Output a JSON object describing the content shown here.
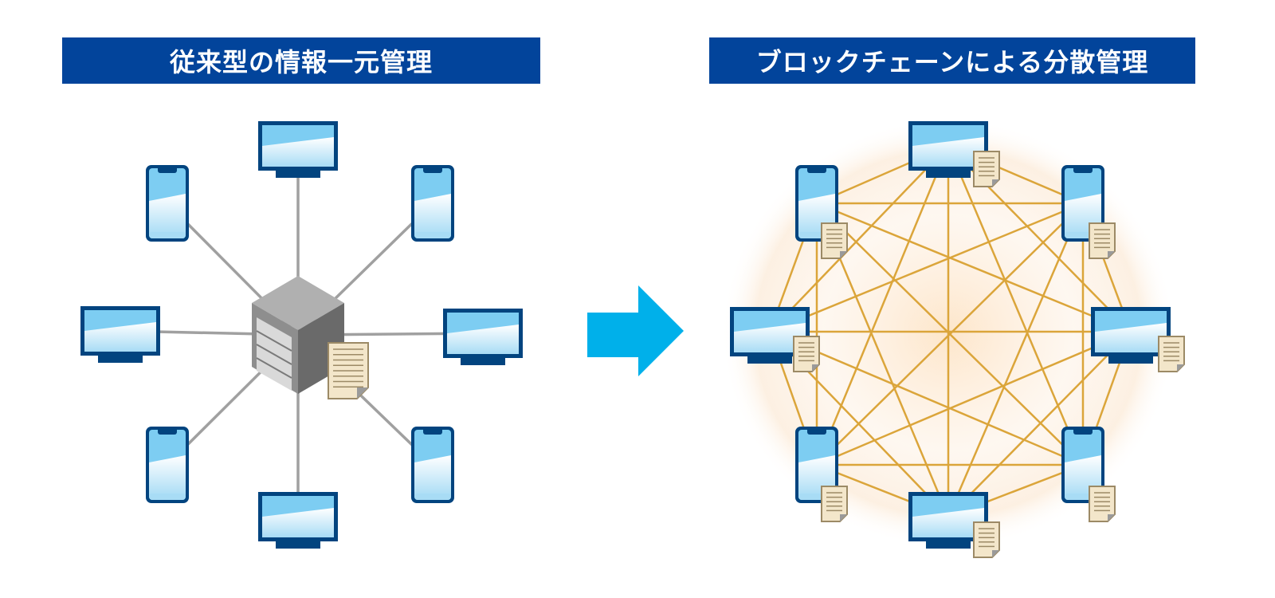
{
  "left_panel": {
    "title": "従来型の情報一元管理",
    "center": "server",
    "nodes": [
      {
        "type": "monitor",
        "position": "top"
      },
      {
        "type": "phone",
        "position": "top-right"
      },
      {
        "type": "monitor",
        "position": "right"
      },
      {
        "type": "phone",
        "position": "bottom-right"
      },
      {
        "type": "monitor",
        "position": "bottom"
      },
      {
        "type": "phone",
        "position": "bottom-left"
      },
      {
        "type": "monitor",
        "position": "left"
      },
      {
        "type": "phone",
        "position": "top-left"
      }
    ],
    "ledger_documents": 1
  },
  "arrow": {
    "direction": "right",
    "meaning": "transition"
  },
  "right_panel": {
    "title": "ブロックチェーンによる分散管理",
    "topology": "full-mesh",
    "nodes": [
      {
        "type": "monitor",
        "position": "top"
      },
      {
        "type": "phone",
        "position": "top-right"
      },
      {
        "type": "monitor",
        "position": "right"
      },
      {
        "type": "phone",
        "position": "bottom-right"
      },
      {
        "type": "monitor",
        "position": "bottom"
      },
      {
        "type": "phone",
        "position": "bottom-left"
      },
      {
        "type": "monitor",
        "position": "left"
      },
      {
        "type": "phone",
        "position": "top-left"
      }
    ],
    "ledger_documents": 8
  },
  "colors": {
    "title_bg": "#02449b",
    "title_text": "#ffffff",
    "device_frame": "#02447f",
    "screen_top": "#7dcdf2",
    "screen_bottom": "#bfe6f8",
    "server_line": "#a0a0a0",
    "mesh_line": "#dba53a",
    "arrow": "#00b0ea",
    "document_fill": "#f3e6ca",
    "document_border": "#9c8a66"
  }
}
